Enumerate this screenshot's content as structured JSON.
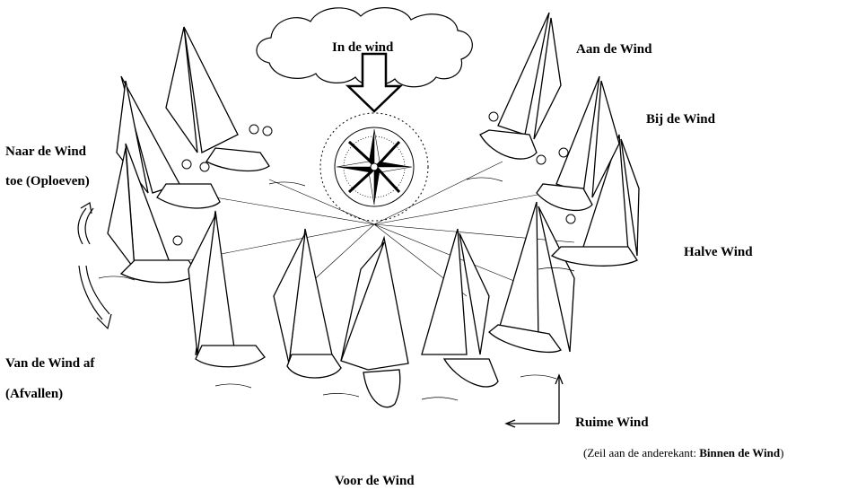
{
  "labels": {
    "in_de_wind": "In de wind",
    "aan_de_wind": "Aan de Wind",
    "bij_de_wind": "Bij de Wind",
    "halve_wind": "Halve Wind",
    "naar_de_wind_line1": "Naar de Wind",
    "naar_de_wind_line2": "toe (Oploeven)",
    "van_de_wind_line1": "Van de Wind af",
    "van_de_wind_line2": "(Afvallen)",
    "ruime_wind": "Ruime Wind",
    "voor_de_wind": "Voor de Wind",
    "note_prefix": "(Zeil aan de anderekant: ",
    "note_bold": "Binnen de Wind",
    "note_suffix": ")"
  },
  "icons": {
    "wind_arrow": "down-arrow-icon",
    "compass": "compass-rose-icon",
    "cloud": "cloud-icon",
    "turn_arrow": "curved-double-arrow-icon",
    "corner_arrow": "corner-arrow-icon"
  },
  "colors": {
    "ink": "#000000",
    "background": "#ffffff"
  }
}
